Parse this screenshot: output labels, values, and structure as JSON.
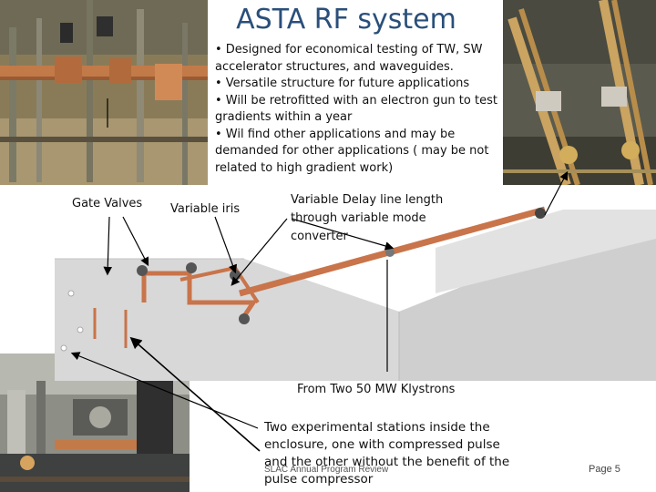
{
  "slide": {
    "title": "ASTA RF system",
    "bullets": [
      "• Designed for economical testing of TW, SW accelerator structures, and waveguides.",
      "• Versatile structure for future applications",
      "• Will be retrofitted with an electron gun to test gradients within a year",
      "• Wil find other applications and may be demanded for other applications ( may be not related to high gradient work)"
    ],
    "labels": {
      "gate_valves": "Gate Valves",
      "variable_iris": "Variable iris",
      "variable_delay": "Variable Delay line length through variable mode converter",
      "klystrons": "From Two 50 MW Klystrons",
      "stations": "Two experimental stations inside the enclosure, one with compressed pulse and the other without the benefit of the pulse compressor"
    },
    "footer": "SLAC Annual Program Review",
    "page_number": "Page 5"
  },
  "colors": {
    "title": "#2a4f7a",
    "copper": "#c9744a",
    "enclosure": "#d4d4d4",
    "arrow": "#000000"
  },
  "icons": [
    "photo-top-left",
    "photo-top-right",
    "photo-bottom-left",
    "enclosure-diagram"
  ]
}
